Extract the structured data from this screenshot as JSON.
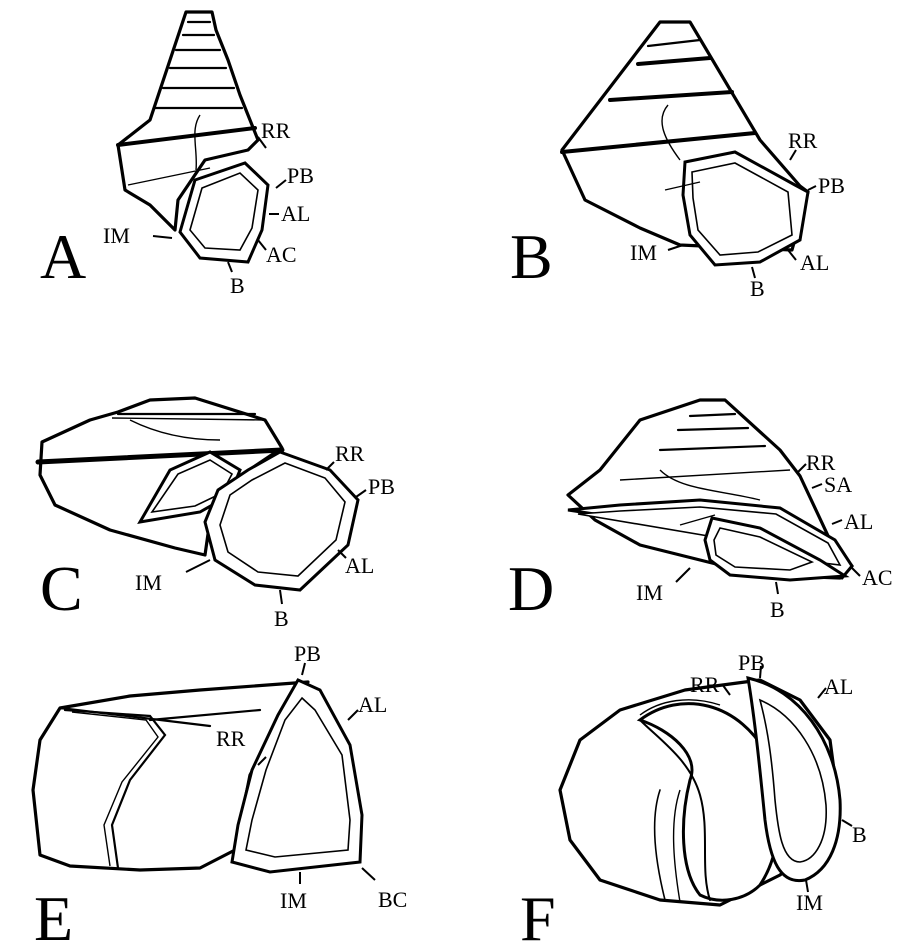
{
  "panels": [
    {
      "id": "A",
      "letter": "A",
      "labels": [
        "RR",
        "PB",
        "AL",
        "IM",
        "AC",
        "B"
      ]
    },
    {
      "id": "B",
      "letter": "B",
      "labels": [
        "RR",
        "PB",
        "IM",
        "AL",
        "B"
      ]
    },
    {
      "id": "C",
      "letter": "C",
      "labels": [
        "RR",
        "PB",
        "AL",
        "IM",
        "B"
      ]
    },
    {
      "id": "D",
      "letter": "D",
      "labels": [
        "RR",
        "SA",
        "AL",
        "IM",
        "AC",
        "B"
      ]
    },
    {
      "id": "E",
      "letter": "E",
      "labels": [
        "RR",
        "PB",
        "AL",
        "IM",
        "BC"
      ]
    },
    {
      "id": "F",
      "letter": "F",
      "labels": [
        "PB",
        "RR",
        "AL",
        "B",
        "IM"
      ]
    }
  ]
}
